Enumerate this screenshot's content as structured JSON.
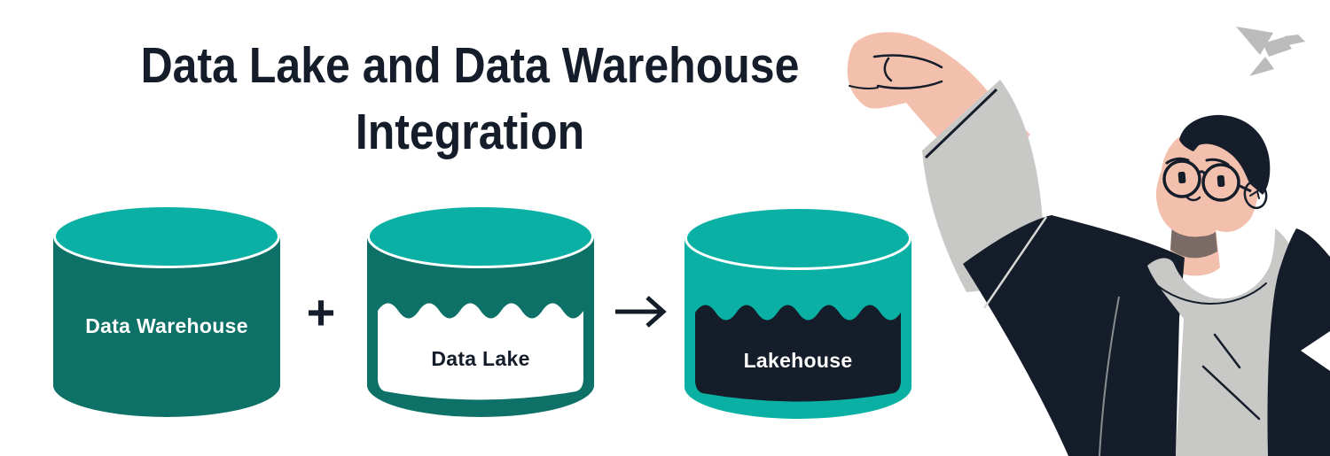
{
  "title": {
    "line1": "Data Lake and Data Warehouse",
    "line2": "Integration"
  },
  "diagram": {
    "nodes": [
      {
        "id": "data-warehouse",
        "label": "Data Warehouse",
        "style": "solid-dark-teal-cylinder",
        "label_color": "white"
      },
      {
        "id": "data-lake",
        "label": "Data Lake",
        "style": "white-wave-cylinder",
        "label_color": "dark-navy"
      },
      {
        "id": "lakehouse",
        "label": "Lakehouse",
        "style": "dark-wave-cylinder",
        "label_color": "white"
      }
    ],
    "plus_symbol": "+",
    "arrow_icon": "arrow-right-icon"
  },
  "illustration": {
    "person_icon": "man-with-glasses-reaching-up",
    "bird_icon": "origami-bird-icon"
  },
  "colors": {
    "teal_bright": "#0BB0A5",
    "teal_dark": "#0E7168",
    "ink": "#141D29",
    "skin": "#F3C0AE",
    "skin_shadow": "#7B6B66",
    "gray_light": "#C8C9C7",
    "bird_gray": "#BABBBA",
    "white": "#FFFFFF"
  }
}
